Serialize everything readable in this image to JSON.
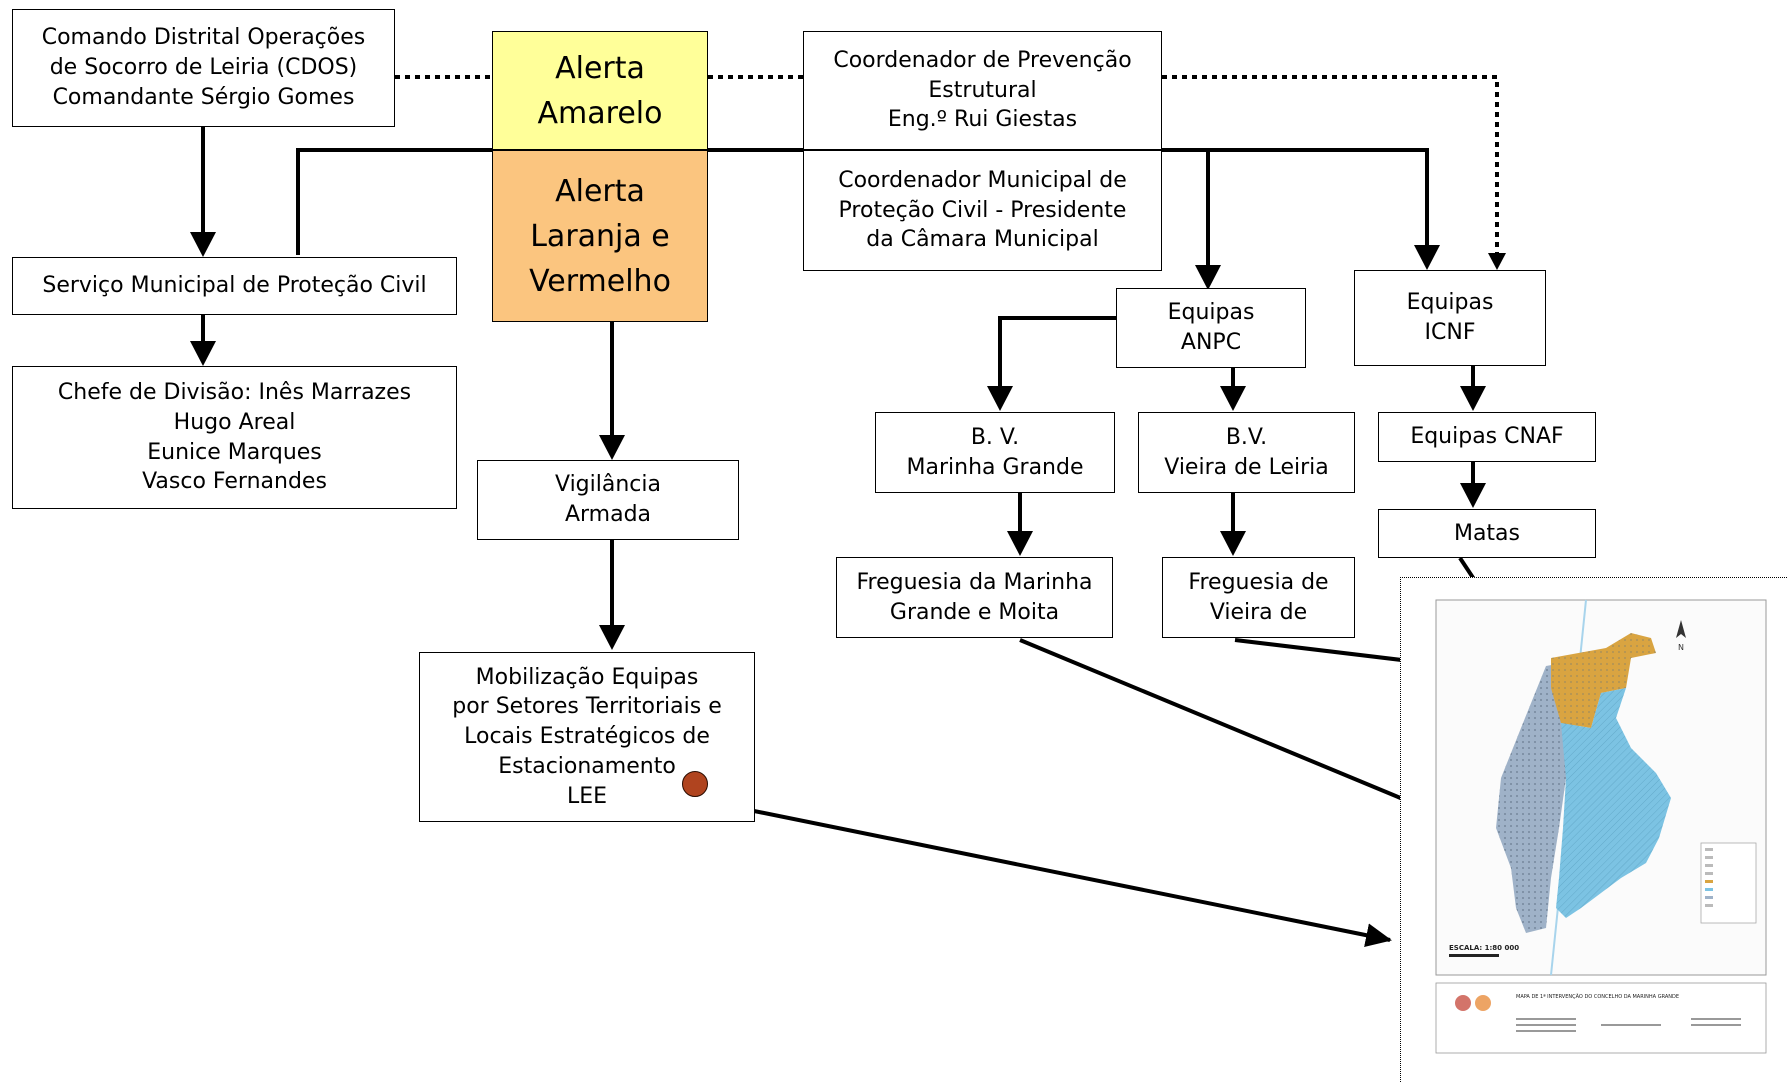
{
  "nodes": {
    "cdos": [
      "Comando Distrital Operações",
      "de Socorro de Leiria (CDOS)",
      "Comandante Sérgio Gomes"
    ],
    "alerta_amarelo": [
      "Alerta",
      "Amarelo"
    ],
    "alerta_laranja": [
      "Alerta",
      "Laranja e",
      "Vermelho"
    ],
    "coord_prevencao": [
      "Coordenador de Prevenção",
      "Estrutural",
      "Eng.º Rui Giestas"
    ],
    "coord_municipal": [
      "Coordenador Municipal de",
      "Proteção Civil - Presidente",
      "da Câmara Municipal"
    ],
    "smpc": [
      "Serviço Municipal de Proteção Civil"
    ],
    "chefe_divisao": [
      "Chefe de Divisão: Inês Marrazes",
      "Hugo Areal",
      "Eunice Marques",
      "Vasco Fernandes"
    ],
    "vigilancia": [
      "Vigilância",
      "Armada"
    ],
    "mobilizacao": [
      "Mobilização Equipas",
      "por Setores Territoriais e",
      "Locais Estratégicos de",
      "Estacionamento",
      "LEE"
    ],
    "equipas_anpc": [
      "Equipas",
      "ANPC"
    ],
    "equipas_icnf": [
      "Equipas",
      "ICNF"
    ],
    "bv_marinha": [
      "B. V.",
      "Marinha Grande"
    ],
    "bv_vieira": [
      "B.V.",
      "Vieira de Leiria"
    ],
    "equipas_cnaf": [
      "Equipas CNAF"
    ],
    "matas": [
      "Matas"
    ],
    "freguesia_marinha": [
      "Freguesia da Marinha",
      "Grande e Moita"
    ],
    "freguesia_vieira": [
      "Freguesia de",
      "Vieira de"
    ]
  },
  "map": {
    "scale_label": "ESCALA: 1:80 000",
    "title": "MAPA DE 1ª INTERVENÇÃO DO CONCELHO DA MARINHA GRANDE"
  },
  "colors": {
    "alerta_amarelo": "#ffff99",
    "alerta_laranja": "#fbc57f",
    "map_orange": "#d9a441",
    "map_blue": "#7cc3e3",
    "map_grey": "#9fb2c8"
  }
}
